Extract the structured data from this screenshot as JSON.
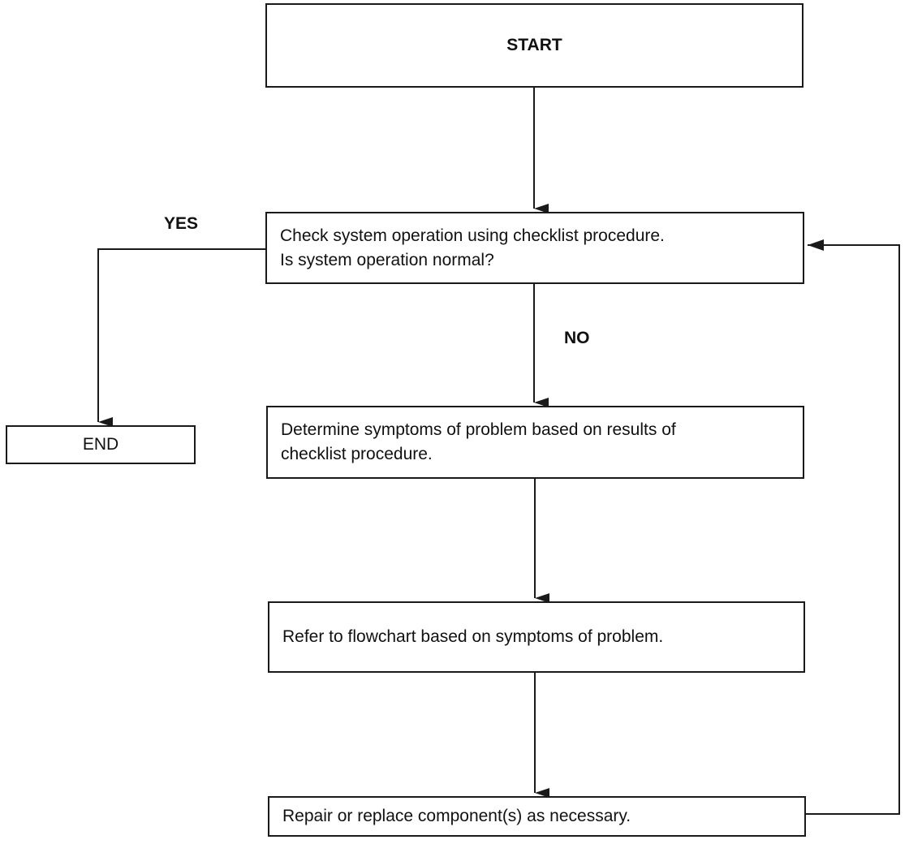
{
  "diagram": {
    "nodes": {
      "start": "START",
      "check": [
        "Check system operation using checklist procedure.",
        "Is system operation normal?"
      ],
      "end": "END",
      "symptoms": [
        "Determine symptoms of problem based on results of",
        "checklist procedure."
      ],
      "refer": "Refer to flowchart based on symptoms of problem.",
      "repair": "Repair or replace component(s) as necessary."
    },
    "edge_labels": {
      "yes": "YES",
      "no": "NO"
    },
    "edges": [
      {
        "from": "start",
        "to": "check"
      },
      {
        "from": "check",
        "to": "end",
        "label": "YES"
      },
      {
        "from": "check",
        "to": "symptoms",
        "label": "NO"
      },
      {
        "from": "symptoms",
        "to": "refer"
      },
      {
        "from": "refer",
        "to": "repair"
      },
      {
        "from": "repair",
        "to": "check"
      }
    ],
    "colors": {
      "line": "#1a1a1a",
      "background": "#ffffff"
    }
  }
}
